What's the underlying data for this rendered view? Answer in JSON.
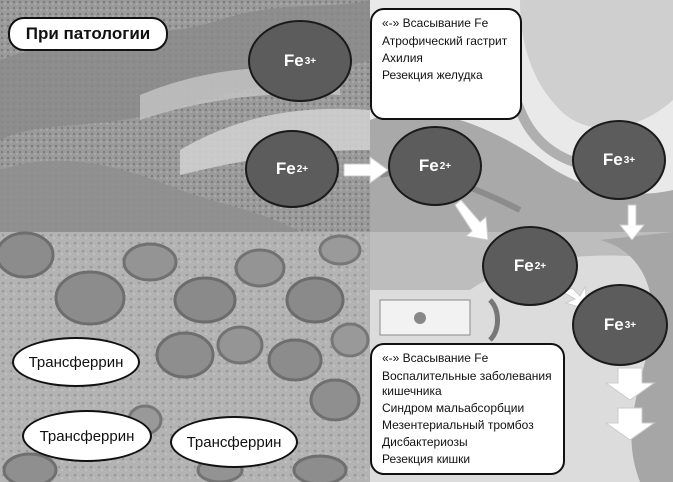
{
  "title": "При патологии",
  "ions": {
    "fe3_top": {
      "symbol": "Fe",
      "charge": "3+"
    },
    "fe2_mid": {
      "symbol": "Fe",
      "charge": "2+"
    },
    "fe2_stomach": {
      "symbol": "Fe",
      "charge": "2+"
    },
    "fe3_stomach": {
      "symbol": "Fe",
      "charge": "3+"
    },
    "fe2_intestine": {
      "symbol": "Fe",
      "charge": "2+"
    },
    "fe3_intestine": {
      "symbol": "Fe",
      "charge": "3+"
    }
  },
  "stomach_box": {
    "heading": "«-» Всасывание Fe",
    "items": [
      "Атрофический гастрит",
      "Ахилия",
      "Резекция желудка"
    ]
  },
  "intestine_box": {
    "heading": "«-» Всасывание Fe",
    "items": [
      "Воспалительные заболевания кишечника",
      "Синдром мальабсорбции",
      "Мезентериальный тромбоз",
      "Дисбактериозы",
      "Резекция кишки"
    ]
  },
  "transferrins": [
    "Трансферрин",
    "Трансферрин",
    "Трансферрин"
  ]
}
